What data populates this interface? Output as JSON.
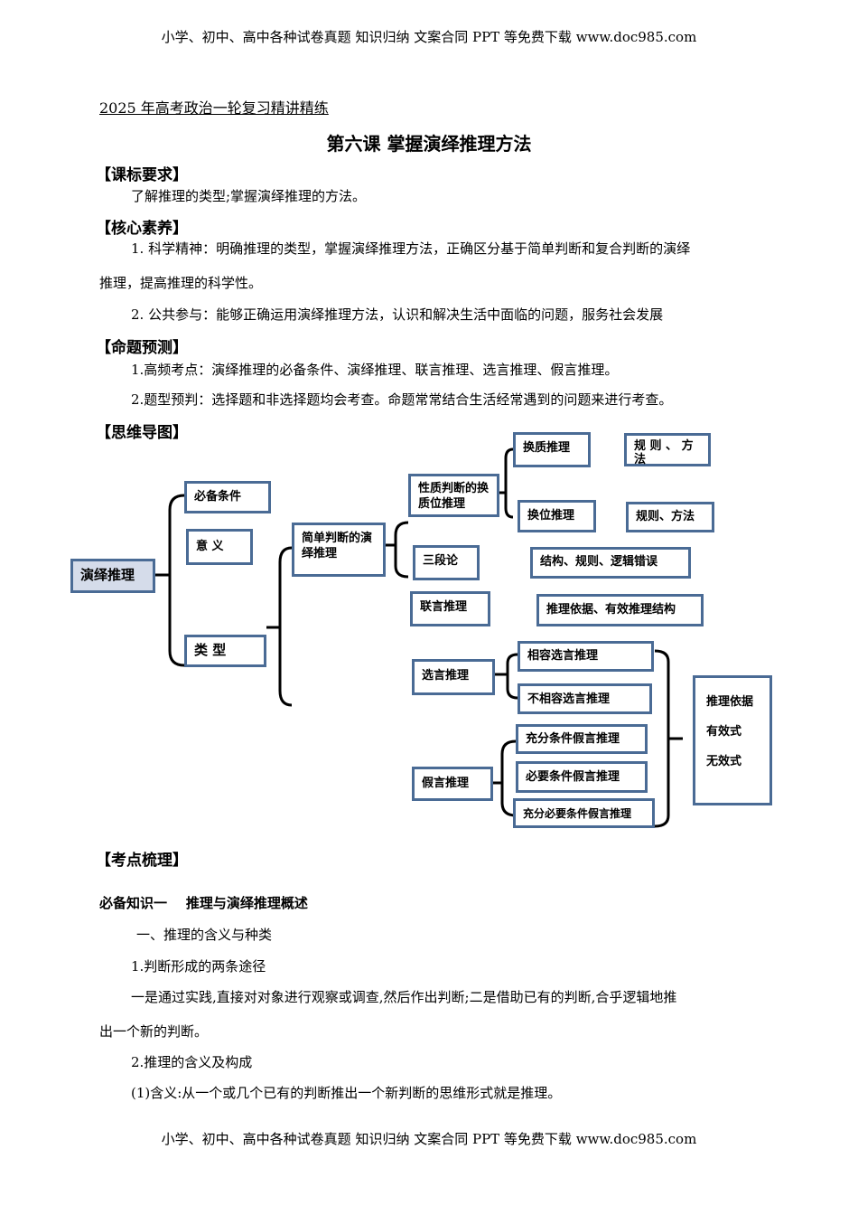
{
  "header_text": "小学、初中、高中各种试卷真题 知识归纳 文案合同 PPT 等免费下载   www.doc985.com",
  "footer_text": "小学、初中、高中各种试卷真题 知识归纳 文案合同 PPT 等免费下载   www.doc985.com",
  "subtitle": "2025 年高考政治一轮复习精讲精练",
  "title": "第六课  掌握演绎推理方法",
  "sections": {
    "kebiao": {
      "heading": "【课标要求】",
      "text": "了解推理的类型;掌握演绎推理的方法。"
    },
    "hexin": {
      "heading": "【核心素养】",
      "item1_line1": "1. 科学精神：明确推理的类型，掌握演绎推理方法，正确区分基于简单判断和复合判断的演绎",
      "item1_line2": "推理，提高推理的科学性。",
      "item2": "2. 公共参与：能够正确运用演绎推理方法，认识和解决生活中面临的问题，服务社会发展"
    },
    "mingti": {
      "heading": "【命题预测】",
      "item1": "1.高频考点：演绎推理的必备条件、演绎推理、联言推理、选言推理、假言推理。",
      "item2": "2.题型预判：选择题和非选择题均会考查。命题常常结合生活经常遇到的问题来进行考查。"
    },
    "siwei": {
      "heading": "【思维导图】"
    },
    "kaodian": {
      "heading": "【考点梳理】"
    }
  },
  "mindmap": {
    "root": "演绎推理",
    "bibei": "必备条件",
    "yiyi": "意    义",
    "leixing": "类      型",
    "jiandan": "简单判断的演绎推理",
    "xingzhi": "性质判断的换质位推理",
    "huanzhi": "换质推理",
    "huanzhi_rule": "规 则 、 方法",
    "huanwei": "换位推理",
    "huanwei_rule": "规则、方法",
    "sanduanlun": "三段论",
    "sanduanlun_rule": "结构、规则、逻辑错误",
    "lianyan": "联言推理",
    "lianyan_rule": "推理依据、有效推理结构",
    "xuanyan": "选言推理",
    "xiangrong": "相容选言推理",
    "buxiangrong": "不相容选言推理",
    "jiayan": "假言推理",
    "chongfen": "充分条件假言推理",
    "biyao": "必要条件假言推理",
    "chongfenbiyao": "充分必要条件假言推理",
    "summary": [
      "推理依据",
      "有效式",
      "无效式"
    ]
  },
  "body": {
    "knowledge1": "必备知识一    推理与演绎推理概述",
    "h1": "一、推理的含义与种类",
    "h1_1": "1.判断形成的两条途径",
    "p1_line1": "一是通过实践,直接对对象进行观察或调查,然后作出判断;二是借助已有的判断,合乎逻辑地推",
    "p1_line2": "出一个新的判断。",
    "h1_2": "2.推理的含义及构成",
    "p2": "(1)含义:从一个或几个已有的判断推出一个新判断的思维形式就是推理。"
  }
}
